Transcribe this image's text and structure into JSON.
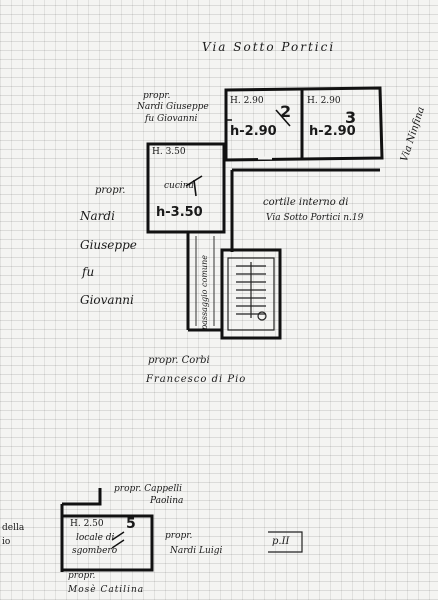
{
  "street_top": "Via Sotto Portici",
  "street_right": "Via Ninfina",
  "courtyard_line1": "cortile interno di",
  "courtyard_line2": "Via Sotto Portici n.19",
  "passage": "passaggio comune",
  "room2": {
    "height": "H. 2.90",
    "hand": "h-2.90",
    "num": "2"
  },
  "room3": {
    "height": "H. 2.90",
    "hand": "h-2.90",
    "num": "3"
  },
  "kitchen": {
    "height": "H. 3.50",
    "label": "cucina",
    "hand": "h-3.50"
  },
  "storage": {
    "height": "H. 2.50",
    "label1": "locale di",
    "label2": "sgombero",
    "num": "5"
  },
  "owners": {
    "top_line1": "propr.",
    "top_line2": "Nardi Giuseppe",
    "top_line3": "fu Giovanni",
    "left_line1": "propr.",
    "left_line2": "Nardi",
    "left_line3": "Giuseppe",
    "left_line4": "fu",
    "left_line5": "Giovanni",
    "middle_line1": "propr. Corbi",
    "middle_line2": "Francesco di Pio",
    "bottom_a_line1": "propr. Cappelli",
    "bottom_a_line2": "Paolina",
    "bottom_b_line1": "propr.",
    "bottom_b_line2": "Nardi Luigi",
    "bottom_c_line1": "propr.",
    "bottom_c_line2": "Mosè Catilina",
    "edge_line1": "della",
    "edge_line2": "io"
  },
  "sheet_label": "p.II"
}
